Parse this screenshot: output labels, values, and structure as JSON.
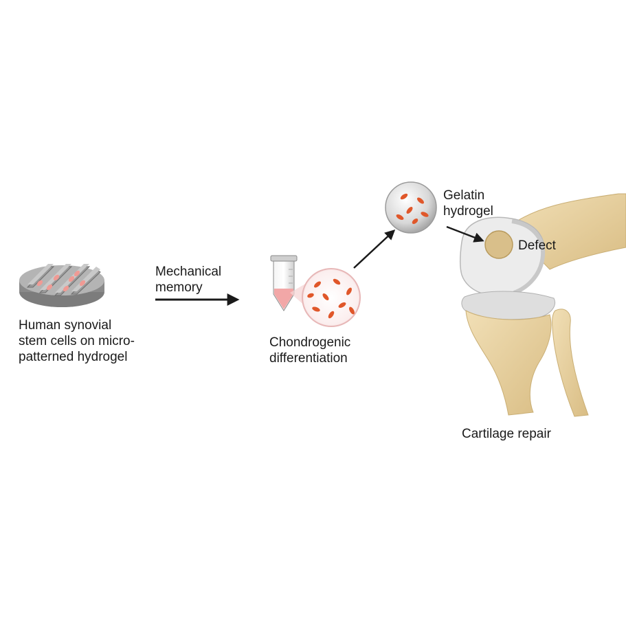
{
  "labels": {
    "source": {
      "line1": "Human synovial",
      "line2": "stem cells on micro-",
      "line3": "patterned hydrogel"
    },
    "arrow1": {
      "line1": "Mechanical",
      "line2": "memory"
    },
    "differentiation": {
      "line1": "Chondrogenic",
      "line2": "differentiation"
    },
    "hydrogel": {
      "line1": "Gelatin",
      "line2": "hydrogel"
    },
    "defect": "Defect",
    "result": "Cartilage repair"
  },
  "colors": {
    "scaffold_gray": "#8f8f8f",
    "cell_pink": "#f09a94",
    "cell_orange": "#e0572a",
    "bone": "#e8d3a3",
    "cartilage": "#e2e2e2",
    "defect": "#d9bf8a",
    "arrow": "#1a1a1a"
  }
}
